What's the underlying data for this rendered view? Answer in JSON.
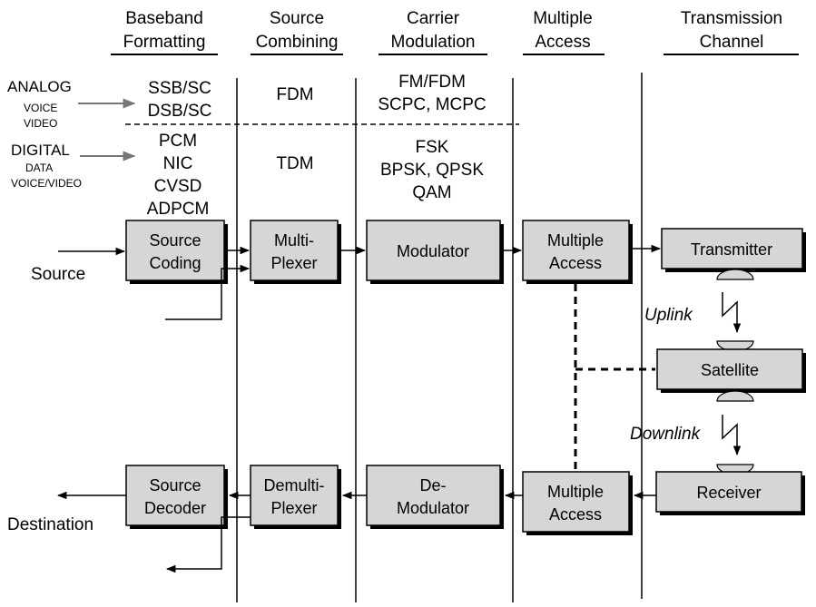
{
  "headers": [
    {
      "line1": "Baseband",
      "line2": "Formatting"
    },
    {
      "line1": "Source",
      "line2": "Combining"
    },
    {
      "line1": "Carrier",
      "line2": "Modulation"
    },
    {
      "line1": "Multiple",
      "line2": "Access"
    },
    {
      "line1": "Transmission",
      "line2": "Channel"
    }
  ],
  "left_labels": {
    "analog": "ANALOG",
    "voice": "VOICE",
    "video": "VIDEO",
    "digital": "DIGITAL",
    "data": "DATA",
    "voice_video": "VOICE/VIDEO",
    "source": "Source",
    "destination": "Destination"
  },
  "formats": {
    "analog_baseband": [
      "SSB/SC",
      "DSB/SC"
    ],
    "analog_combining": "FDM",
    "analog_modulation": [
      "FM/FDM",
      "SCPC, MCPC"
    ],
    "digital_baseband": [
      "PCM",
      "NIC",
      "CVSD",
      "ADPCM"
    ],
    "digital_combining": "TDM",
    "digital_modulation": [
      "FSK",
      "BPSK, QPSK",
      "QAM"
    ]
  },
  "tx_chain": {
    "source_coding": [
      "Source",
      "Coding"
    ],
    "multiplexer": [
      "Multi-",
      "Plexer"
    ],
    "modulator": "Modulator",
    "multiple_access": [
      "Multiple",
      "Access"
    ],
    "transmitter": "Transmitter"
  },
  "channel": {
    "uplink": "Uplink",
    "satellite": "Satellite",
    "downlink": "Downlink",
    "receiver": "Receiver"
  },
  "rx_chain": {
    "source_decoder": [
      "Source",
      "Decoder"
    ],
    "demultiplexer": [
      "Demulti-",
      "Plexer"
    ],
    "demodulator": [
      "De-",
      "Modulator"
    ],
    "multiple_access": [
      "Multiple",
      "Access"
    ]
  }
}
